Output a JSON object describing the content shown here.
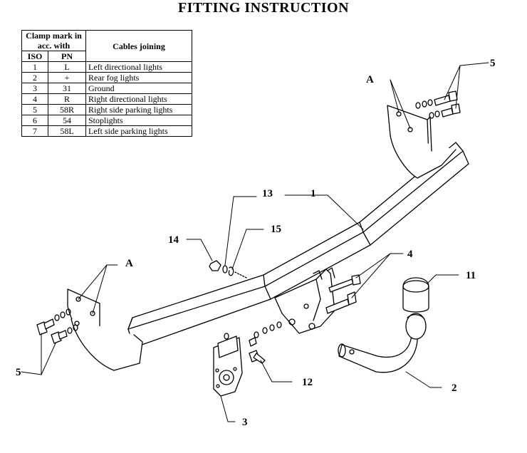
{
  "title": "FITTING INSTRUCTION",
  "table": {
    "header_clamp": "Clamp mark in acc. with",
    "header_cables": "Cables joining",
    "header_iso": "ISO",
    "header_pn": "PN",
    "rows": [
      {
        "iso": "1",
        "pn": "L",
        "desc": "Left directional lights"
      },
      {
        "iso": "2",
        "pn": "+",
        "desc": "Rear fog lights"
      },
      {
        "iso": "3",
        "pn": "31",
        "desc": "Ground"
      },
      {
        "iso": "4",
        "pn": "R",
        "desc": "Right directional lights"
      },
      {
        "iso": "5",
        "pn": "58R",
        "desc": "Right side parking lights"
      },
      {
        "iso": "6",
        "pn": "54",
        "desc": "Stoplights"
      },
      {
        "iso": "7",
        "pn": "58L",
        "desc": "Left side parking lights"
      }
    ]
  },
  "callouts": {
    "c1": "1",
    "c2": "2",
    "c3": "3",
    "c4": "4",
    "c5_right": "5",
    "c5_left": "5",
    "c11": "11",
    "c12": "12",
    "c13": "13",
    "c14": "14",
    "c15": "15",
    "a_right": "A",
    "a_left": "A"
  }
}
